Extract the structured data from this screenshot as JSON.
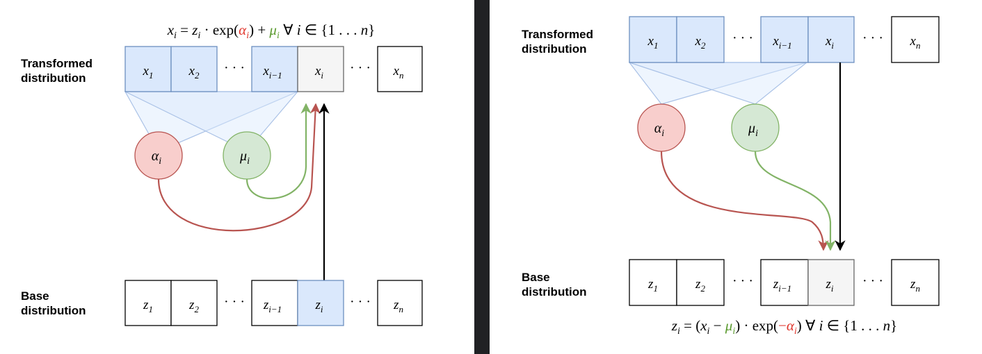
{
  "left": {
    "equation": {
      "lhs": "x",
      "lhs_sub": "i",
      "eq": " = ",
      "z": "z",
      "z_sub": "i",
      "dot": " · exp(",
      "alpha": "α",
      "alpha_sub": "i",
      "close": ") + ",
      "mu": "μ",
      "mu_sub": "i",
      "forall": "  ∀ ",
      "iv": "i",
      "in": " ∈ {1 . . . ",
      "n": "n",
      "end": "}"
    },
    "transformed_label": [
      "Transformed",
      "distribution"
    ],
    "base_label": [
      "Base",
      "distribution"
    ],
    "top_cells": [
      {
        "v": "x",
        "s": "1"
      },
      {
        "v": "x",
        "s": "2"
      },
      {
        "v": "x",
        "s": "i−1"
      },
      {
        "v": "x",
        "s": "i"
      },
      {
        "v": "x",
        "s": "n"
      }
    ],
    "bottom_cells": [
      {
        "v": "z",
        "s": "1"
      },
      {
        "v": "z",
        "s": "2"
      },
      {
        "v": "z",
        "s": "i−1"
      },
      {
        "v": "z",
        "s": "i"
      },
      {
        "v": "z",
        "s": "n"
      }
    ],
    "alpha_node": {
      "v": "α",
      "s": "i"
    },
    "mu_node": {
      "v": "μ",
      "s": "i"
    },
    "dots": "· · ·"
  },
  "right": {
    "equation": {
      "lhs": "z",
      "lhs_sub": "i",
      "eq": " = (",
      "x": "x",
      "x_sub": "i",
      "minus": " − ",
      "mu": "μ",
      "mu_sub": "i",
      "dot": ") · exp(",
      "neg": "−",
      "alpha": "α",
      "alpha_sub": "i",
      "close": ")",
      "forall": "  ∀ ",
      "iv": "i",
      "in": " ∈ {1 . . . ",
      "n": "n",
      "end": "}"
    },
    "transformed_label": [
      "Transformed",
      "distribution"
    ],
    "base_label": [
      "Base",
      "distribution"
    ],
    "top_cells": [
      {
        "v": "x",
        "s": "1"
      },
      {
        "v": "x",
        "s": "2"
      },
      {
        "v": "x",
        "s": "i−1"
      },
      {
        "v": "x",
        "s": "i"
      },
      {
        "v": "x",
        "s": "n"
      }
    ],
    "bottom_cells": [
      {
        "v": "z",
        "s": "1"
      },
      {
        "v": "z",
        "s": "2"
      },
      {
        "v": "z",
        "s": "i−1"
      },
      {
        "v": "z",
        "s": "i"
      },
      {
        "v": "z",
        "s": "n"
      }
    ],
    "alpha_node": {
      "v": "α",
      "s": "i"
    },
    "mu_node": {
      "v": "μ",
      "s": "i"
    },
    "dots": "· · ·"
  },
  "colors": {
    "background": "#202124",
    "panel": "#ffffff",
    "blue_fill": "#dae8fc",
    "blue_stroke": "#6c8ebf",
    "grey_fill": "#f5f5f5",
    "alpha_fill": "#f8cecc",
    "alpha_stroke": "#b85450",
    "mu_fill": "#d5e8d4",
    "mu_stroke": "#82b366",
    "alpha_text": "#e0362c",
    "mu_text": "#5a9a2e",
    "alpha_arrow": "#b85450",
    "mu_arrow": "#82b366"
  }
}
